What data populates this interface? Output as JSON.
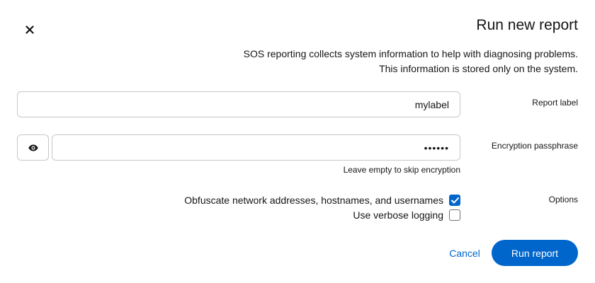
{
  "dialog": {
    "title": "Run new report",
    "description_line1": ".SOS reporting collects system information to help with diagnosing problems",
    "description_line2": ".This information is stored only on the system",
    "close_icon": "close-icon"
  },
  "form": {
    "report_label": {
      "label": "Report label",
      "value": "mylabel"
    },
    "passphrase": {
      "label": "Encryption passphrase",
      "masked_value": "••••••",
      "helper": "Leave empty to skip encryption",
      "toggle_icon": "eye-icon"
    },
    "options": {
      "label": "Options",
      "items": [
        {
          "text": "Obfuscate network addresses, hostnames, and usernames",
          "checked": true
        },
        {
          "text": "Use verbose logging",
          "checked": false
        }
      ]
    }
  },
  "actions": {
    "cancel_label": "Cancel",
    "run_label": "Run report"
  },
  "colors": {
    "accent": "#0066cc",
    "border": "#c7c7c7",
    "text": "#151515"
  }
}
